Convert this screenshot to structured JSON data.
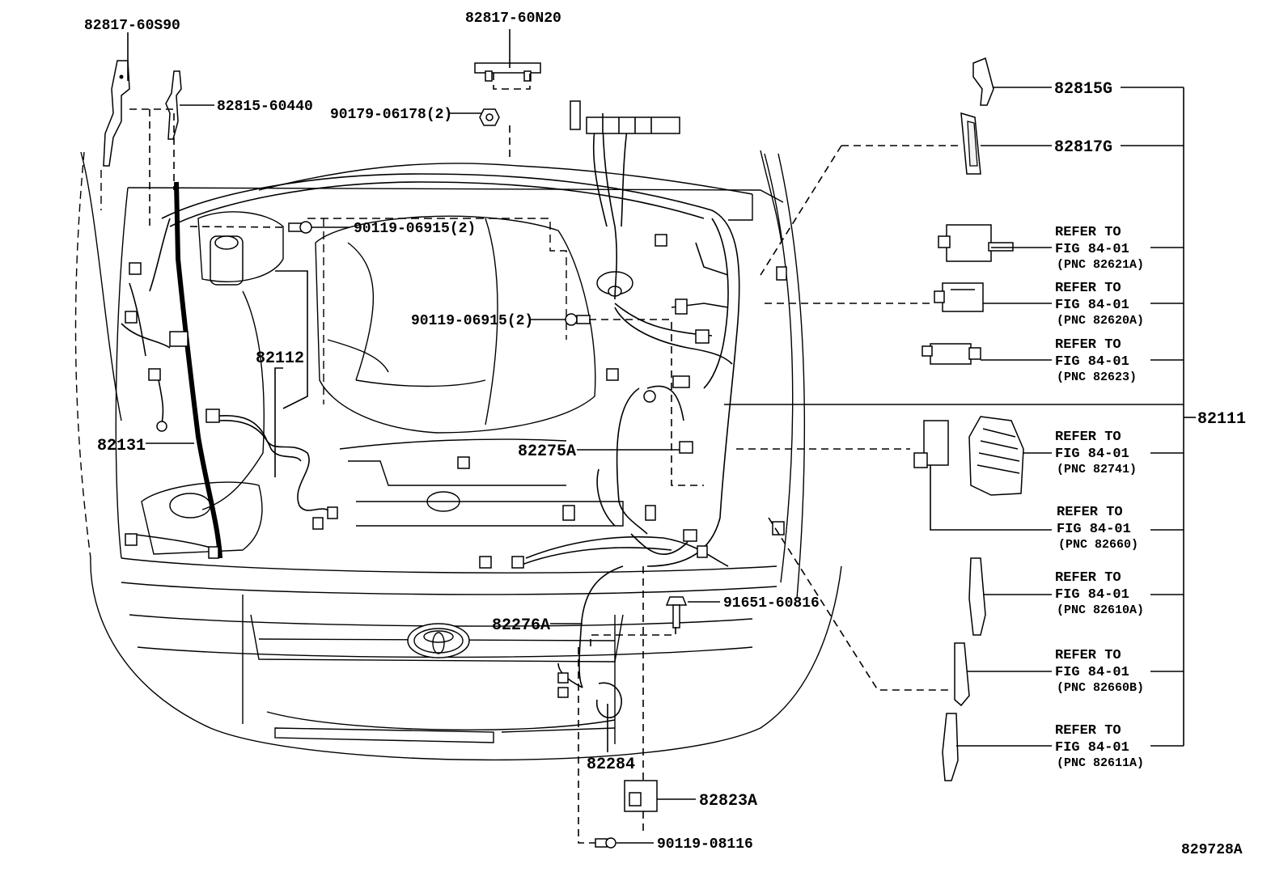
{
  "labels": {
    "p82817_60S90": "82817-60S90",
    "p82815_60440": "82815-60440",
    "p82817_60N20": "82817-60N20",
    "p90179_06178": "90179-06178(2)",
    "p90119_06915_a": "90119-06915(2)",
    "p90119_06915_b": "90119-06915(2)",
    "p82112": "82112",
    "p82131": "82131",
    "p82275A": "82275A",
    "p82276A": "82276A",
    "p91651_60816": "91651-60816",
    "p82284": "82284",
    "p82823A": "82823A",
    "p90119_08116": "90119-08116",
    "p82815G": "82815G",
    "p82817G": "82817G",
    "p82111": "82111",
    "figure_id": "829728A"
  },
  "refer": [
    {
      "l1": "REFER TO",
      "l2": "FIG 84-01",
      "l3": "(PNC 82621A)"
    },
    {
      "l1": "REFER TO",
      "l2": "FIG 84-01",
      "l3": "(PNC 82620A)"
    },
    {
      "l1": "REFER TO",
      "l2": "FIG 84-01",
      "l3": "(PNC 82623)"
    },
    {
      "l1": "REFER TO",
      "l2": "FIG 84-01",
      "l3": "(PNC 82741)"
    },
    {
      "l1": "REFER TO",
      "l2": "FIG 84-01",
      "l3": "(PNC 82660)"
    },
    {
      "l1": "REFER TO",
      "l2": "FIG 84-01",
      "l3": "(PNC 82610A)"
    },
    {
      "l1": "REFER TO",
      "l2": "FIG 84-01",
      "l3": "(PNC 82660B)"
    },
    {
      "l1": "REFER TO",
      "l2": "FIG 84-01",
      "l3": "(PNC 82611A)"
    }
  ],
  "icons": [
    "toyota-emblem-icon",
    "bolt-icon",
    "clip-icon",
    "connector-icon",
    "relay-block-icon"
  ]
}
